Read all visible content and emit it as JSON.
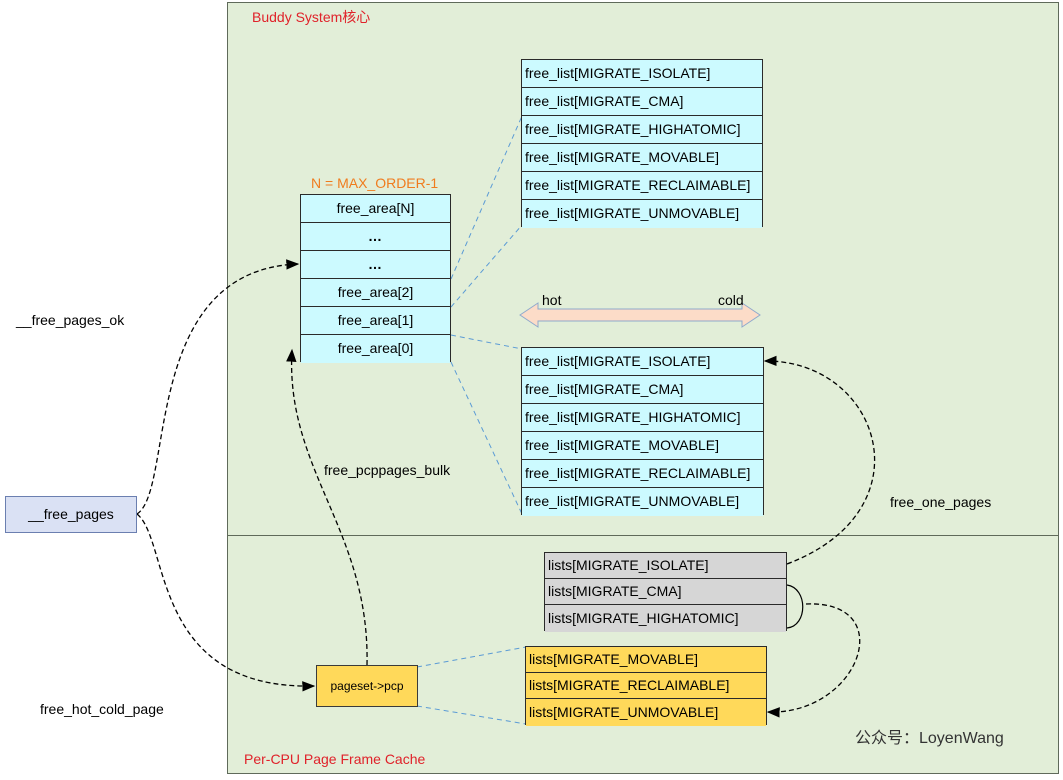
{
  "buddy": {
    "title": "Buddy System核心",
    "order_label": "N = MAX_ORDER-1",
    "free_area": [
      "free_area[N]",
      "…",
      "…",
      "free_area[2]",
      "free_area[1]",
      "free_area[0]"
    ],
    "top_free_list": [
      "free_list[MIGRATE_ISOLATE]",
      "free_list[MIGRATE_CMA]",
      "free_list[MIGRATE_HIGHATOMIC]",
      "free_list[MIGRATE_MOVABLE]",
      "free_list[MIGRATE_RECLAIMABLE]",
      "free_list[MIGRATE_UNMOVABLE]"
    ],
    "bottom_free_list": [
      "free_list[MIGRATE_ISOLATE]",
      "free_list[MIGRATE_CMA]",
      "free_list[MIGRATE_HIGHATOMIC]",
      "free_list[MIGRATE_MOVABLE]",
      "free_list[MIGRATE_RECLAIMABLE]",
      "free_list[MIGRATE_UNMOVABLE]"
    ],
    "hot_label": "hot",
    "cold_label": "cold"
  },
  "pcp": {
    "title": "Per-CPU Page Frame Cache",
    "pageset_label": "pageset->pcp",
    "grey_lists": [
      "lists[MIGRATE_ISOLATE]",
      "lists[MIGRATE_CMA]",
      "lists[MIGRATE_HIGHATOMIC]"
    ],
    "yellow_lists": [
      "lists[MIGRATE_MOVABLE]",
      "lists[MIGRATE_RECLAIMABLE]",
      "lists[MIGRATE_UNMOVABLE]"
    ]
  },
  "functions": {
    "free_pages": "__free_pages",
    "free_pages_ok": "__free_pages_ok",
    "free_hot_cold_page": "free_hot_cold_page",
    "free_pcppages_bulk": "free_pcppages_bulk",
    "free_one_pages": "free_one_pages"
  },
  "watermark": "公众号：LoyenWang",
  "colors": {
    "region_bg": "#e2eed8",
    "title_red": "#e0222a",
    "order_orange": "#f07c1e",
    "cyan": "#ccfaff",
    "grey": "#d6d6d6",
    "yellow": "#ffd95a",
    "fn_box": "#dae1f4",
    "dashed_blue": "#5b9bd5"
  }
}
